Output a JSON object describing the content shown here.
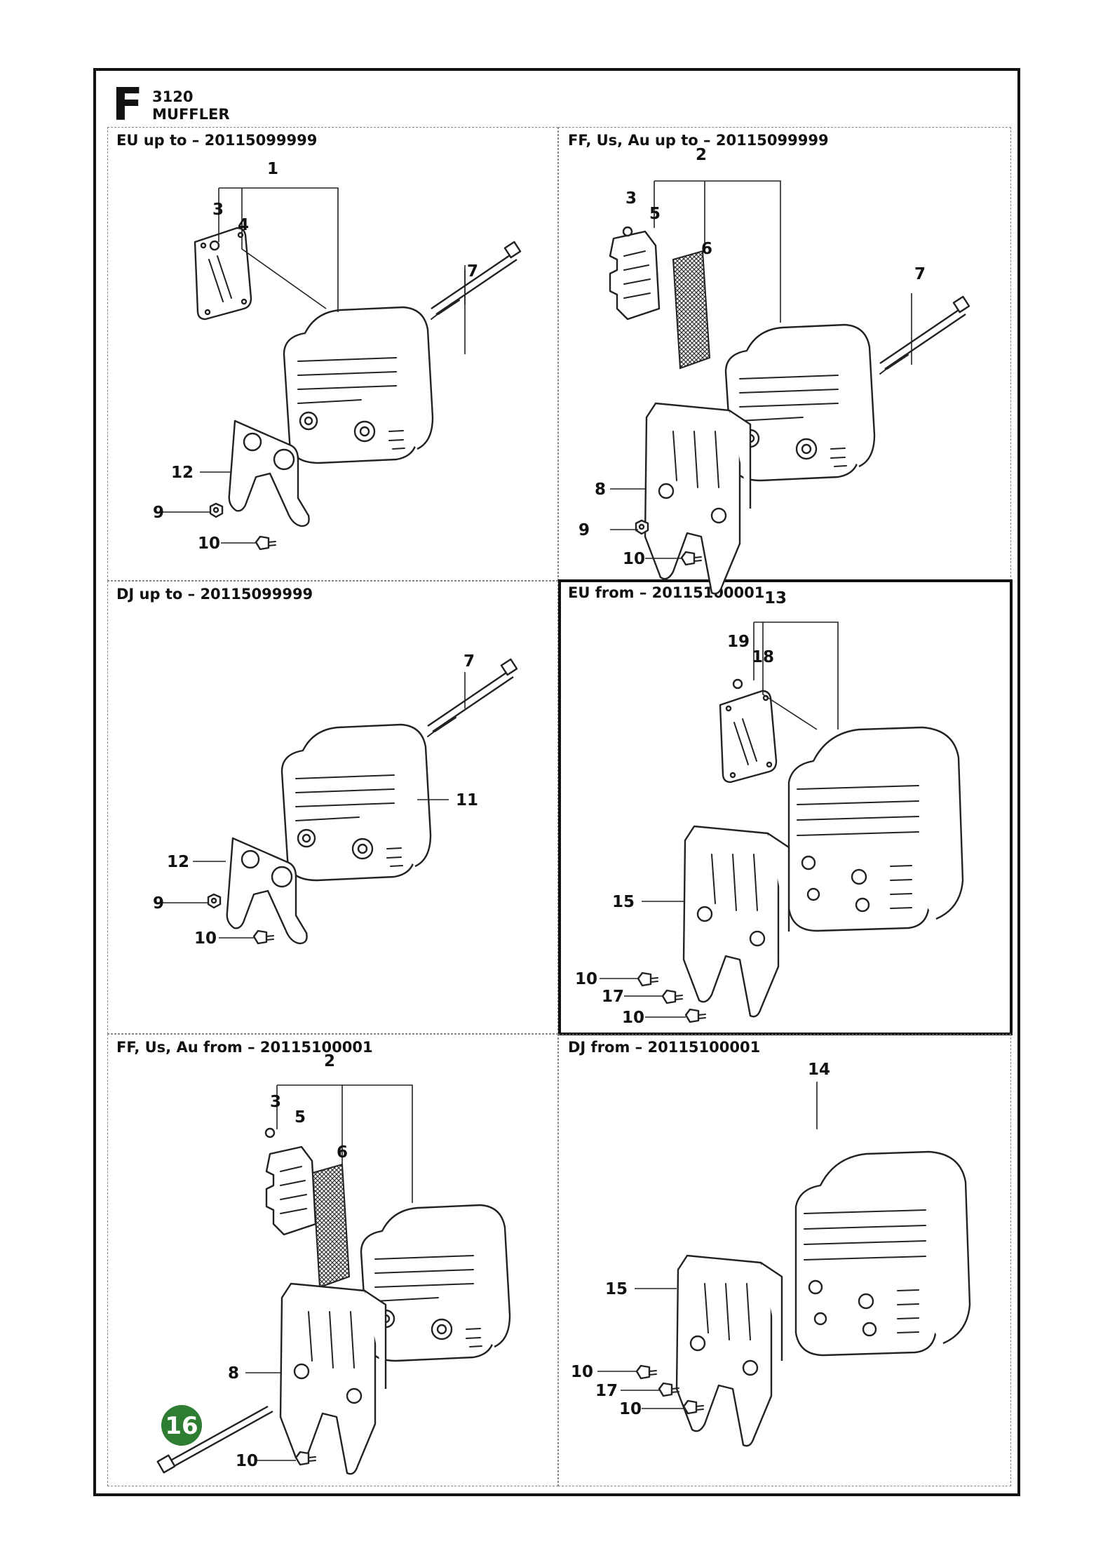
{
  "section": {
    "letter": "F",
    "number": "3120",
    "title": "MUFFLER"
  },
  "cells": [
    {
      "label": "EU up to – 20115099999"
    },
    {
      "label": "FF, Us, Au up to – 20115099999"
    },
    {
      "label": "DJ up to – 20115099999"
    },
    {
      "label": "EU from – 20115100001"
    },
    {
      "label": "FF, Us, Au from – 20115100001"
    },
    {
      "label": "DJ from – 20115100001"
    }
  ],
  "callouts": {
    "c1": [
      "1",
      "3",
      "4",
      "7",
      "12",
      "9",
      "10"
    ],
    "c2": [
      "2",
      "3",
      "5",
      "6",
      "7",
      "8",
      "9",
      "10"
    ],
    "c3": [
      "7",
      "11",
      "12",
      "9",
      "10"
    ],
    "c4": [
      "13",
      "19",
      "18",
      "15",
      "10",
      "17",
      "10"
    ],
    "c5": [
      "2",
      "3",
      "5",
      "6",
      "8",
      "10"
    ],
    "c6": [
      "14",
      "15",
      "10",
      "17",
      "10"
    ]
  },
  "badge": {
    "label": "16",
    "color": "#2e7d32"
  }
}
